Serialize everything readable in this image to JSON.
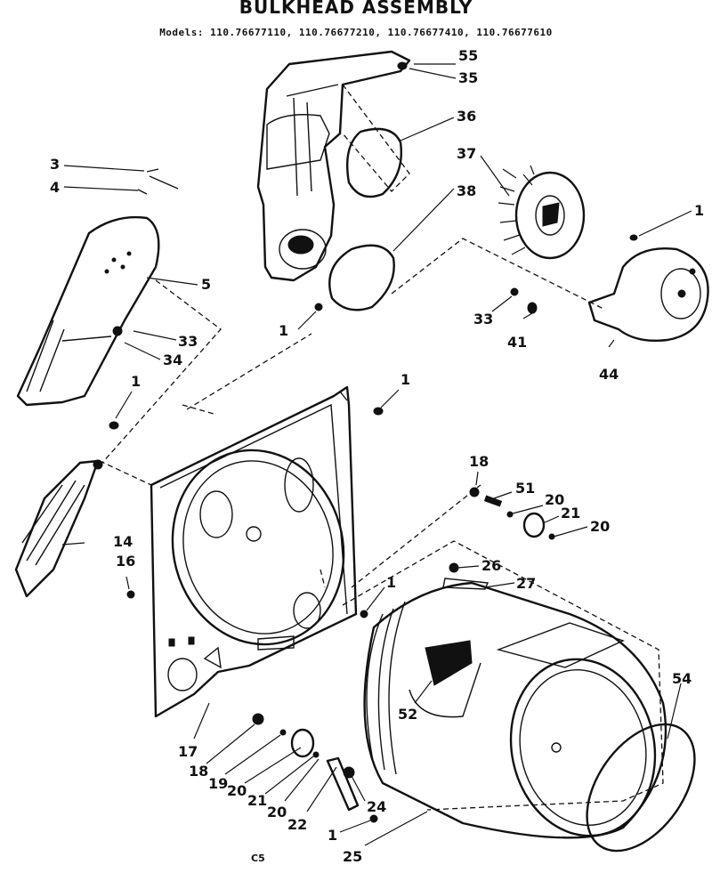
{
  "header": {
    "title": "BULKHEAD ASSEMBLY",
    "models_label": "Models:",
    "models": [
      "110.76677110,",
      "110.76677210,",
      "110.76677410,",
      "110.76677610"
    ]
  },
  "footer": {
    "code": "C5"
  },
  "callouts": {
    "c1a": "1",
    "c1b": "1",
    "c1c": "1",
    "c1d": "1",
    "c1e": "1",
    "c1f": "1",
    "c3": "3",
    "c4": "4",
    "c5": "5",
    "c14": "14",
    "c16": "16",
    "c17": "17",
    "c18a": "18",
    "c18b": "18",
    "c19": "19",
    "c20a": "20",
    "c20b": "20",
    "c20c": "20",
    "c20d": "20",
    "c21a": "21",
    "c21b": "21",
    "c22": "22",
    "c24": "24",
    "c25": "25",
    "c26": "26",
    "c27": "27",
    "c33a": "33",
    "c33b": "33",
    "c34": "34",
    "c35": "35",
    "c36": "36",
    "c37": "37",
    "c38": "38",
    "c41": "41",
    "c44": "44",
    "c51": "51",
    "c52": "52",
    "c54": "54",
    "c55": "55"
  }
}
